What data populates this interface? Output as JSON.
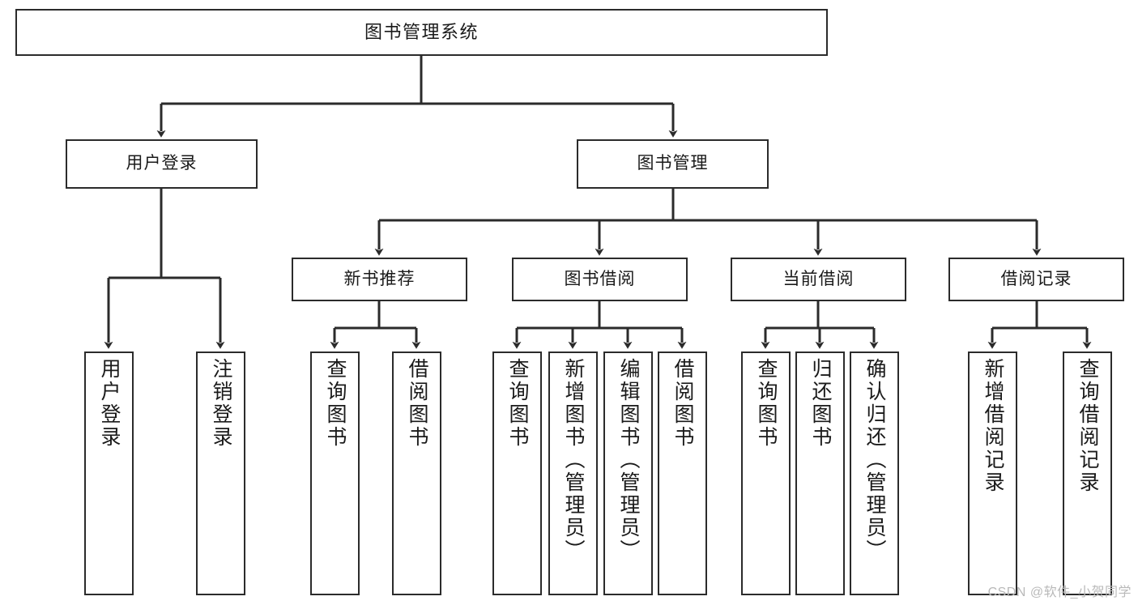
{
  "diagram": {
    "title": "图书管理系统",
    "type": "functional-structure-tree",
    "levels": 4,
    "watermark": "CSDN @软件_小贺同学",
    "colors": {
      "box_border": "#2b2b2b",
      "box_fill": "#ffffff",
      "connector": "#2b2b2b",
      "text": "#1a1a1a",
      "watermark": "#b9b9b9",
      "background": "#ffffff"
    },
    "nodes": {
      "root": {
        "label": "图书管理系统"
      },
      "level2": [
        {
          "id": "user-login",
          "label": "用户登录"
        },
        {
          "id": "book-manage",
          "label": "图书管理"
        }
      ],
      "level3": [
        {
          "id": "new-book-recommend",
          "label": "新书推荐"
        },
        {
          "id": "book-borrow",
          "label": "图书借阅"
        },
        {
          "id": "current-borrow",
          "label": "当前借阅"
        },
        {
          "id": "borrow-record",
          "label": "借阅记录"
        }
      ],
      "leaves": {
        "user-login": [
          {
            "id": "leaf-user-login",
            "label": "用户登录"
          },
          {
            "id": "leaf-user-logout",
            "label": "注销登录"
          }
        ],
        "new-book-recommend": [
          {
            "id": "leaf-query-book-1",
            "label": "查询图书"
          },
          {
            "id": "leaf-borrow-book-1",
            "label": "借阅图书"
          }
        ],
        "book-borrow": [
          {
            "id": "leaf-query-book-2",
            "label": "查询图书"
          },
          {
            "id": "leaf-add-book",
            "label": "新增图书（管理员）"
          },
          {
            "id": "leaf-edit-book",
            "label": "编辑图书（管理员）"
          },
          {
            "id": "leaf-borrow-book-2",
            "label": "借阅图书"
          }
        ],
        "current-borrow": [
          {
            "id": "leaf-query-book-3",
            "label": "查询图书"
          },
          {
            "id": "leaf-return-book",
            "label": "归还图书"
          },
          {
            "id": "leaf-confirm-return",
            "label": "确认归还（管理员）"
          }
        ],
        "borrow-record": [
          {
            "id": "leaf-add-record",
            "label": "新增借阅记录"
          },
          {
            "id": "leaf-query-record",
            "label": "查询借阅记录"
          }
        ]
      }
    }
  }
}
